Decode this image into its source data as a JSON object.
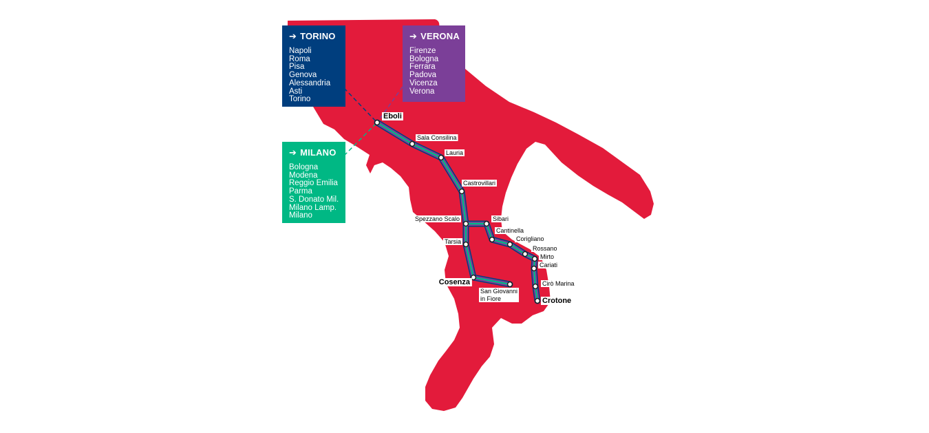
{
  "colors": {
    "land": "#e31b3b",
    "torino": "#003e7e",
    "verona": "#7b3f98",
    "milano": "#00b884",
    "label_bg": "#ffffff",
    "label_text": "#000000"
  },
  "routes": [
    {
      "id": "torino",
      "title": "TORINO",
      "arrow_icon": "➔",
      "stops": [
        "Napoli",
        "Roma",
        "Pisa",
        "Genova",
        "Alessandria",
        "Asti",
        "Torino"
      ]
    },
    {
      "id": "verona",
      "title": "VERONA",
      "arrow_icon": "➔",
      "stops": [
        "Firenze",
        "Bologna",
        "Ferrara",
        "Padova",
        "Vicenza",
        "Verona"
      ]
    },
    {
      "id": "milano",
      "title": "MILANO",
      "arrow_icon": "➔",
      "stops": [
        "Bologna",
        "Modena",
        "Reggio Emilia",
        "Parma",
        "S. Donato Mil.",
        "Milano Lamp.",
        "Milano"
      ]
    }
  ],
  "stations": [
    {
      "id": "eboli",
      "lines": [
        "Eboli"
      ],
      "major": true
    },
    {
      "id": "sala",
      "lines": [
        "Sala Consilina"
      ],
      "major": false
    },
    {
      "id": "lauria",
      "lines": [
        "Lauria"
      ],
      "major": false
    },
    {
      "id": "castrovillari",
      "lines": [
        "Castrovillari"
      ],
      "major": false
    },
    {
      "id": "spezzano",
      "lines": [
        "Spezzano Scalo"
      ],
      "major": false
    },
    {
      "id": "sibari",
      "lines": [
        "Sibari"
      ],
      "major": false
    },
    {
      "id": "cantinella",
      "lines": [
        "Cantinella"
      ],
      "major": false
    },
    {
      "id": "corigliano",
      "lines": [
        "Corigliano"
      ],
      "major": false
    },
    {
      "id": "rossano",
      "lines": [
        "Rossano"
      ],
      "major": false
    },
    {
      "id": "mirto",
      "lines": [
        "Mirto"
      ],
      "major": false
    },
    {
      "id": "cariati",
      "lines": [
        "Cariati"
      ],
      "major": false
    },
    {
      "id": "ciro",
      "lines": [
        "Cirò Marina"
      ],
      "major": false
    },
    {
      "id": "crotone",
      "lines": [
        "Crotone"
      ],
      "major": true
    },
    {
      "id": "tarsia",
      "lines": [
        "Tarsia"
      ],
      "major": false
    },
    {
      "id": "cosenza",
      "lines": [
        "Cosenza"
      ],
      "major": true
    },
    {
      "id": "sangiovanni",
      "lines": [
        "San Giovanni",
        "in Fiore"
      ],
      "major": false
    }
  ]
}
